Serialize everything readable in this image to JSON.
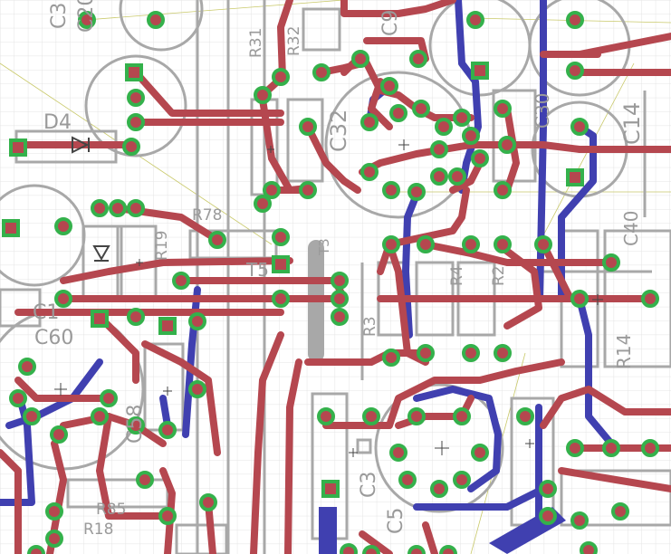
{
  "colors": {
    "background": "#ffffff",
    "grid": "#e4e4e4",
    "top_trace": "#b5474f",
    "bottom_trace": "#4040b0",
    "silkscreen": "#a8a8a8",
    "pad": "#34b14b",
    "airwire": "#c9c96a"
  },
  "labels": {
    "c3_top": "C3",
    "c20": "C20",
    "r31": "R31",
    "r32": "R32",
    "c9": "C9",
    "d4": "D4",
    "c32": "C32",
    "c14": "C14",
    "c30": "C30",
    "r78": "R78",
    "t5": "T5",
    "t3": "T3",
    "r19": "R19",
    "c40": "C40",
    "c60": "C60",
    "r3": "R3",
    "r4": "R4",
    "r2": "R2",
    "r14": "R14",
    "c58": "C58",
    "c3_bottom": "C3",
    "c5": "C5",
    "r85": "R85",
    "r18": "R18",
    "c1": "C1"
  },
  "icons": {
    "crosshair": "origin-crosshair-icon",
    "pad": "via-pad-icon"
  }
}
